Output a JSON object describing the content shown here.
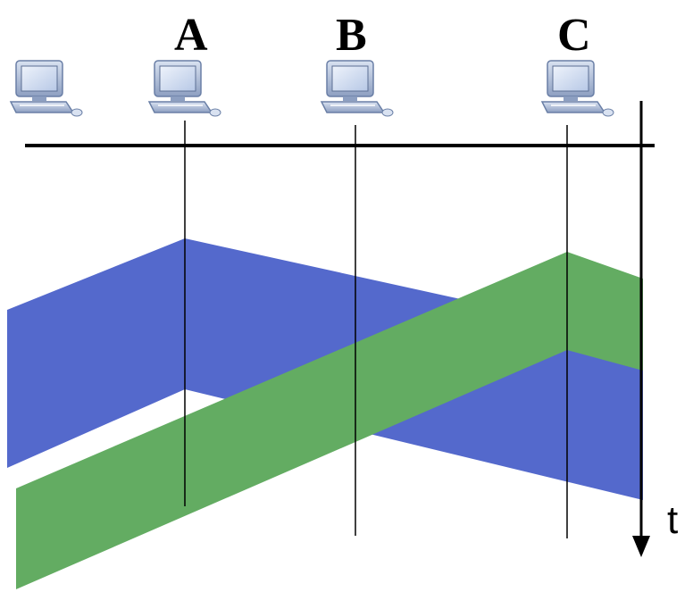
{
  "nodes": [
    {
      "id": "unlabeled",
      "label": "",
      "icon": "computer-icon"
    },
    {
      "id": "A",
      "label": "A",
      "icon": "computer-icon"
    },
    {
      "id": "B",
      "label": "B",
      "icon": "computer-icon"
    },
    {
      "id": "C",
      "label": "C",
      "icon": "computer-icon"
    }
  ],
  "time_axis": {
    "label": "t"
  },
  "transmissions": [
    {
      "from": "A",
      "color": "#5469cc"
    },
    {
      "from": "C",
      "color": "#63ac62"
    }
  ]
}
